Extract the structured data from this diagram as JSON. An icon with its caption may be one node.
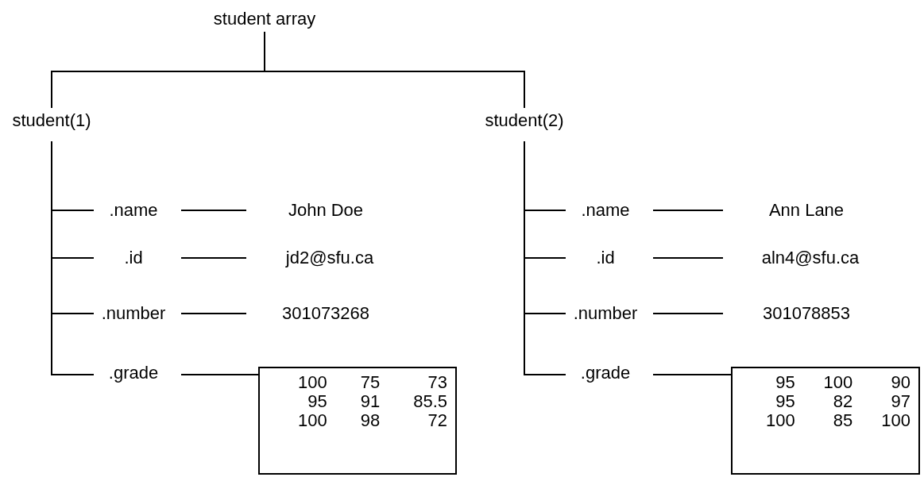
{
  "diagram": {
    "nodes": [
      {
        "text": [
          "student array"
        ]
      },
      {
        "text": [
          "student(1)"
        ]
      },
      {
        "text": [
          ".name"
        ]
      },
      {
        "text": [
          "John Doe"
        ]
      },
      {
        "text": [
          ".id"
        ]
      },
      {
        "text": [
          "jd2@sfu.ca"
        ]
      },
      {
        "text": [
          ".number"
        ]
      },
      {
        "text": [
          "301073268"
        ]
      },
      {
        "text": [
          ".grade"
        ]
      },
      {
        "text": [
          "100",
          "75",
          "73",
          "95",
          "91",
          "85.5",
          "100",
          "98",
          "72"
        ]
      },
      {
        "text": [
          "student(2)"
        ]
      },
      {
        "text": [
          ".name"
        ]
      },
      {
        "text": [
          "Ann Lane"
        ]
      },
      {
        "text": [
          ".id"
        ]
      },
      {
        "text": [
          "aln4@sfu.ca"
        ]
      },
      {
        "text": [
          ".number"
        ]
      },
      {
        "text": [
          "301078853"
        ]
      },
      {
        "text": [
          ".grade"
        ]
      },
      {
        "text": [
          "95",
          "100",
          "90",
          "95",
          "82",
          "97",
          "100",
          "85",
          "100"
        ]
      }
    ],
    "edges": [
      {
        "from": 0,
        "to": 1,
        "arrow": "none"
      },
      {
        "from": 0,
        "to": 10,
        "arrow": "none"
      },
      {
        "from": 1,
        "to": 2,
        "arrow": "none"
      },
      {
        "from": 1,
        "to": 4,
        "arrow": "none"
      },
      {
        "from": 1,
        "to": 6,
        "arrow": "none"
      },
      {
        "from": 1,
        "to": 8,
        "arrow": "none"
      },
      {
        "from": 2,
        "to": 3,
        "arrow": "none"
      },
      {
        "from": 4,
        "to": 5,
        "arrow": "none"
      },
      {
        "from": 6,
        "to": 7,
        "arrow": "none"
      },
      {
        "from": 8,
        "to": 9,
        "arrow": "none"
      },
      {
        "from": 10,
        "to": 11,
        "arrow": "none"
      },
      {
        "from": 10,
        "to": 13,
        "arrow": "none"
      },
      {
        "from": 10,
        "to": 15,
        "arrow": "none"
      },
      {
        "from": 10,
        "to": 17,
        "arrow": "none"
      },
      {
        "from": 11,
        "to": 12,
        "arrow": "none"
      },
      {
        "from": 13,
        "to": 14,
        "arrow": "none"
      },
      {
        "from": 15,
        "to": 16,
        "arrow": "none"
      },
      {
        "from": 17,
        "to": 18,
        "arrow": "none"
      }
    ]
  }
}
